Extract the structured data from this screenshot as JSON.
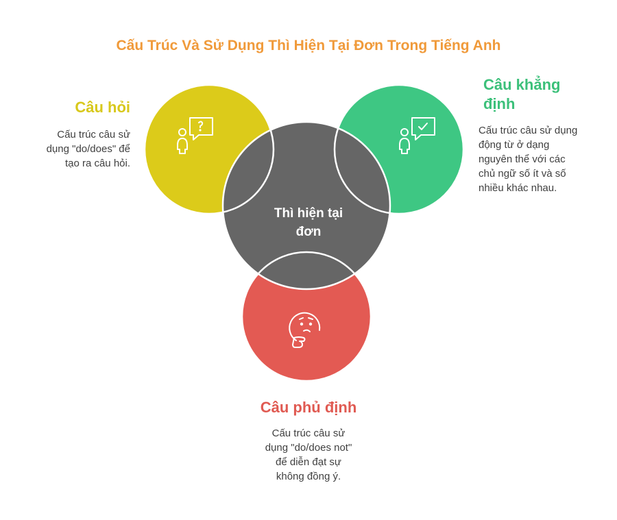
{
  "title": "Cấu Trúc Và Sử Dụng Thì Hiện Tại Đơn Trong Tiếng Anh",
  "center": {
    "line1": "Thì hiện tại",
    "line2": "đơn"
  },
  "question": {
    "heading": "Câu hỏi",
    "lines": [
      "Cấu trúc câu sử",
      "dụng \"do/does\" để",
      "tạo ra câu hỏi."
    ],
    "color": "#dccb1a",
    "icon": "person-question-bubble-icon"
  },
  "affirmative": {
    "heading_line1": "Câu khẳng",
    "heading_line2": "định",
    "lines": [
      "Cấu trúc câu sử dụng",
      "động từ ở dạng",
      "nguyên thể với các",
      "chủ ngữ số ít và số",
      "nhiều khác nhau."
    ],
    "color": "#3ec783",
    "icon": "person-check-bubble-icon"
  },
  "negative": {
    "heading": "Câu phủ định",
    "lines": [
      "Cấu trúc câu sử",
      "dụng \"do/does not\"",
      "để diễn đạt sự",
      "không đồng ý."
    ],
    "color": "#e35a53",
    "icon": "thinking-face-icon"
  },
  "center_color": "#666666"
}
